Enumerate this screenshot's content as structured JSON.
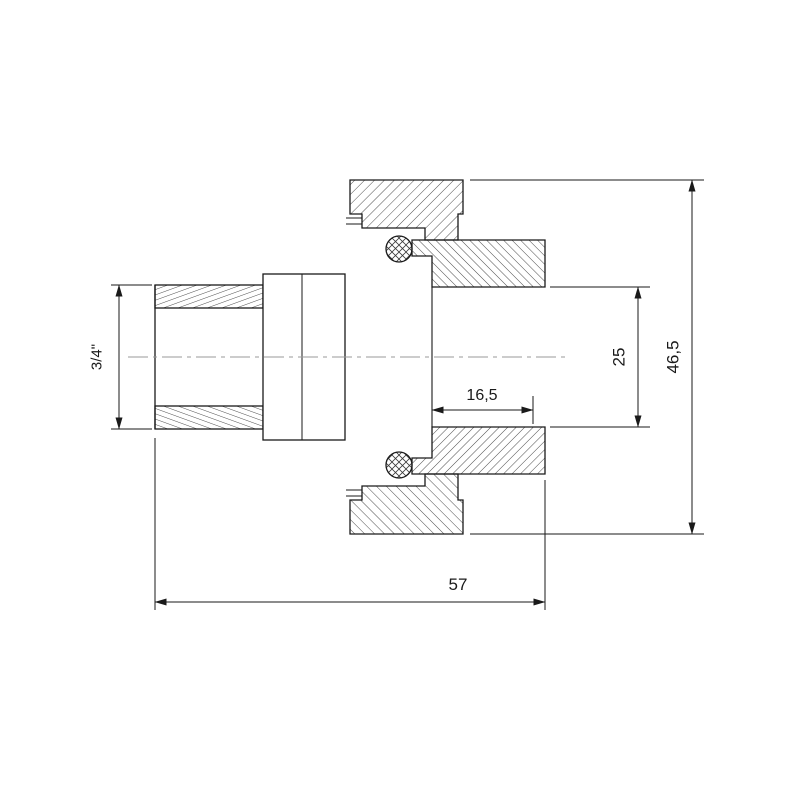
{
  "drawing": {
    "dim_thread": "3/4\"",
    "dim_bore": "25",
    "dim_height": "46,5",
    "dim_socket_depth": "16,5",
    "dim_length": "57"
  }
}
